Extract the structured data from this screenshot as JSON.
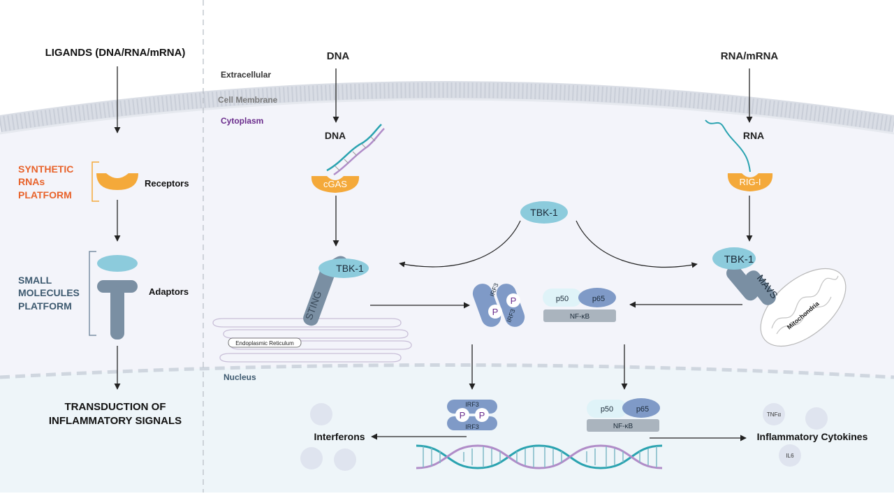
{
  "colors": {
    "cytoplasm": "#f3f4fa",
    "nucleus": "#eef5f9",
    "membrane": "#d9dde5",
    "synthetic": "#e8632b",
    "small_molecules": "#3e5a70",
    "receptor_orange": "#f4a93a",
    "adaptor_blue": "#8ccbdc",
    "adaptor_grey": "#7a8fa3",
    "cytoplasm_label": "#6a2c8c",
    "dna_teal": "#2aa3b0",
    "dna_purple": "#b08cc8",
    "irf3": "#7f9ac7",
    "p50": "#dff3f8",
    "p65": "#7f9ac7",
    "nfkb": "#aab4be"
  },
  "left_panel": {
    "title": "LIGANDS (DNA/RNA/mRNA)",
    "synthetic_line1": "SYNTHETIC",
    "synthetic_line2": "RNAs",
    "synthetic_line3": "PLATFORM",
    "receptors": "Receptors",
    "small_line1": "SMALL",
    "small_line2": "MOLECULES",
    "small_line3": "PLATFORM",
    "adaptors": "Adaptors",
    "transduction_line1": "TRANSDUCTION OF",
    "transduction_line2": "INFLAMMATORY SIGNALS"
  },
  "compartments": {
    "extracellular": "Extracellular",
    "cell_membrane": "Cell Membrane",
    "cytoplasm": "Cytoplasm",
    "nucleus": "Nucleus",
    "er": "Endoplasmic Reticulum",
    "mitochondria": "Mitochondria"
  },
  "pathway": {
    "dna_top": "DNA",
    "rna_top": "RNA/mRNA",
    "dna_label": "DNA",
    "rna_label": "RNA",
    "cgas": "cGAS",
    "rigi": "RIG-I",
    "tbk1_center": "TBK-1",
    "tbk1_sting": "TBK-1",
    "sting": "STING",
    "tbk1_mavs": "TBK-1",
    "mavs": "MAVS"
  },
  "factors": {
    "irf3_a": "IRF3",
    "irf3_b": "IRF3",
    "p": "P",
    "p50": "p50",
    "p65": "p65",
    "nfkb": "NF-κB"
  },
  "outputs": {
    "interferons": "Interferons",
    "inflammatory": "Inflammatory Cytokines",
    "tnfa": "TNFα",
    "il6": "IL6"
  }
}
